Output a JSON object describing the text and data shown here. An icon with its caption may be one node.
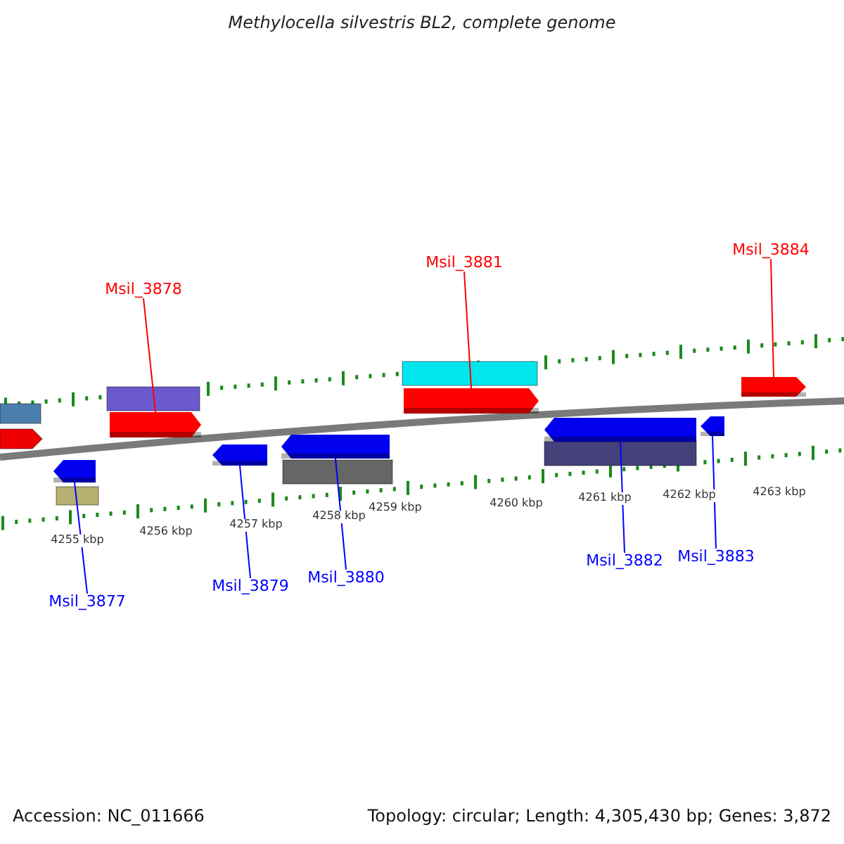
{
  "diagram": {
    "title": "Methylocella silvestris BL2, complete genome",
    "nodes": [
      {
        "text": [
          "Msil_3878"
        ]
      },
      {
        "text": [
          "Msil_3881"
        ]
      },
      {
        "text": [
          "Msil_3884"
        ]
      },
      {
        "text": [],
        "shape": "arrow"
      },
      {
        "text": [],
        "shape": "arrow"
      },
      {
        "text": [],
        "shape": "arrow"
      },
      {
        "text": [],
        "shape": "arrow"
      },
      {
        "text": [],
        "shape": "arrow"
      },
      {
        "text": [],
        "shape": "arrow"
      },
      {
        "text": [],
        "shape": "arrow"
      },
      {
        "text": [],
        "shape": "arrow"
      },
      {
        "text": [
          "Msil_3877"
        ]
      },
      {
        "text": [
          "Msil_3879"
        ]
      },
      {
        "text": [
          "Msil_3880"
        ]
      },
      {
        "text": [
          "Msil_3882"
        ]
      },
      {
        "text": [
          "Msil_3883"
        ]
      }
    ],
    "edges": [
      {
        "from": 0,
        "to": 3,
        "arrow": "none",
        "color": "#ff0000"
      },
      {
        "from": 1,
        "to": 4,
        "arrow": "none",
        "color": "#ff0000"
      },
      {
        "from": 2,
        "to": 5,
        "arrow": "none",
        "color": "#ff0000"
      },
      {
        "from": 11,
        "to": 6,
        "arrow": "none"
      },
      {
        "from": 12,
        "to": 7,
        "arrow": "none"
      },
      {
        "from": 13,
        "to": 8,
        "arrow": "none"
      },
      {
        "from": 14,
        "to": 9,
        "arrow": "none"
      },
      {
        "from": 15,
        "to": 10,
        "arrow": "none"
      }
    ],
    "labels": [
      "4255 kbp",
      "4256 kbp",
      "4257 kbp",
      "4258 kbp",
      "4259 kbp",
      "4260 kbp",
      "4261 kbp",
      "4262 kbp",
      "4263 kbp",
      "Accession: NC_011666",
      "Topology: circular; Length: 4,305,430 bp; Genes: 3,872"
    ]
  }
}
